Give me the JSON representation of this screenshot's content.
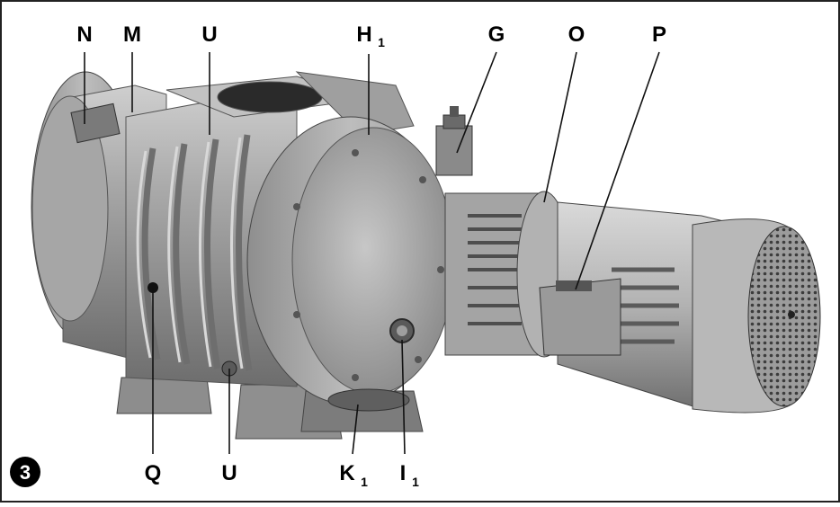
{
  "figure": {
    "number": "3",
    "labels_top": {
      "N": "N",
      "M": "M",
      "U": "U",
      "H": "H",
      "H_sub": "1",
      "G": "G",
      "O": "O",
      "P": "P"
    },
    "labels_bottom": {
      "Q": "Q",
      "U": "U",
      "K": "K",
      "K_sub": "1",
      "I": "I",
      "I_sub": "1"
    }
  }
}
